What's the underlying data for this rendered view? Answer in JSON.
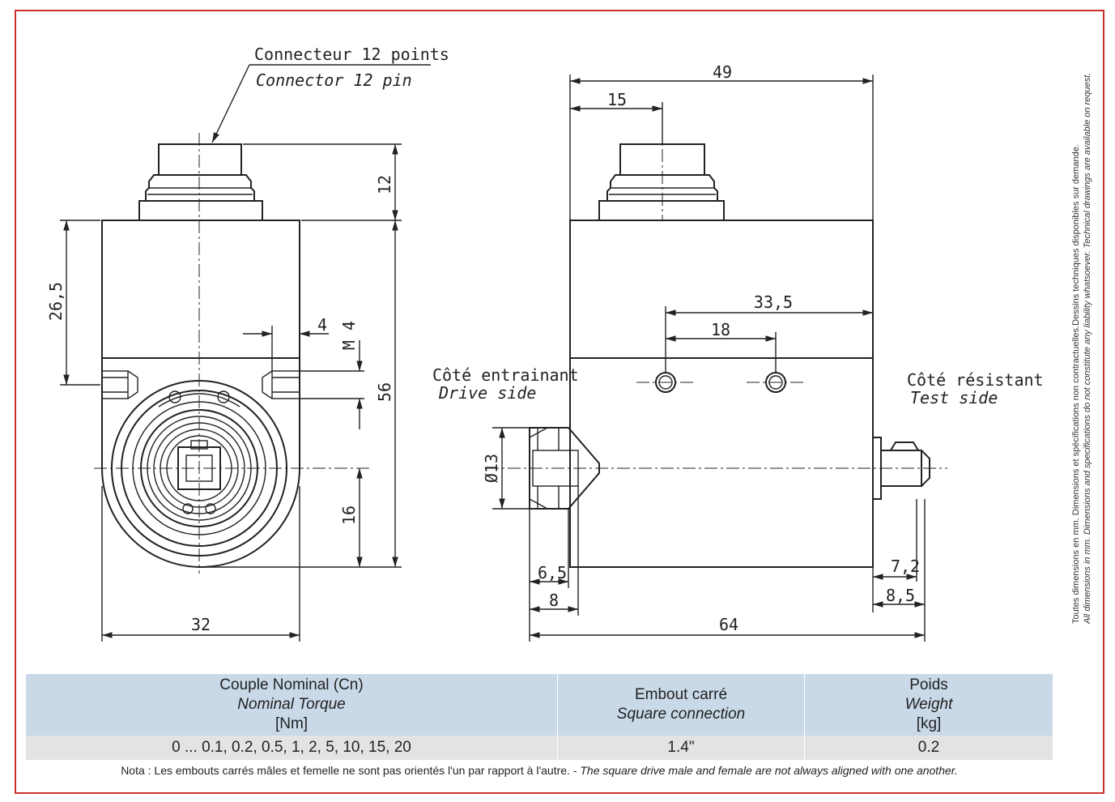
{
  "drawing": {
    "connector_fr": "Connecteur 12 points",
    "connector_en": "Connector 12 pin",
    "drive_side_fr": "Côté entrainant",
    "drive_side_en": "Drive side",
    "test_side_fr": "Côté résistant",
    "test_side_en": "Test side",
    "dims": {
      "d49": "49",
      "d15": "15",
      "d12": "12",
      "d26_5": "26,5",
      "d4": "4",
      "m4": "M 4",
      "d56": "56",
      "d16": "16",
      "d32": "32",
      "d33_5": "33,5",
      "d18": "18",
      "d13": "Ø13",
      "d6_5": "6,5",
      "d8": "8",
      "d64": "64",
      "d7_2": "7,2",
      "d8_5": "8,5"
    }
  },
  "side_note": {
    "fr": "Toutes dimensions en mm. Dimensions et spécifications non contractuelles.Dessins techniques disponibles sur demande.",
    "en": "All dimensions in mm. Dimensions and specifications do not constitute any liability whatsoever. Technical drawings are available on request."
  },
  "table": {
    "headers": [
      {
        "main": "Couple Nominal (Cn)",
        "sub": "Nominal Torque",
        "unit": "[Nm]"
      },
      {
        "main": "Embout carré",
        "sub": "Square connection",
        "unit": ""
      },
      {
        "main": "Poids",
        "sub": "Weight",
        "unit": "[kg]"
      }
    ],
    "row": [
      "0 ... 0.1, 0.2, 0.5, 1, 2, 5, 10, 15, 20",
      "1.4\"",
      "0.2"
    ]
  },
  "note": {
    "fr": "Nota : Les embouts carrés mâles et femelle ne sont pas orientés l'un par rapport à l'autre. - ",
    "en": "The square drive male and female are not always aligned with one another."
  },
  "colors": {
    "border": "#c8302c",
    "table_header": "#c9d9e8",
    "table_row": "#e3e3e3"
  }
}
